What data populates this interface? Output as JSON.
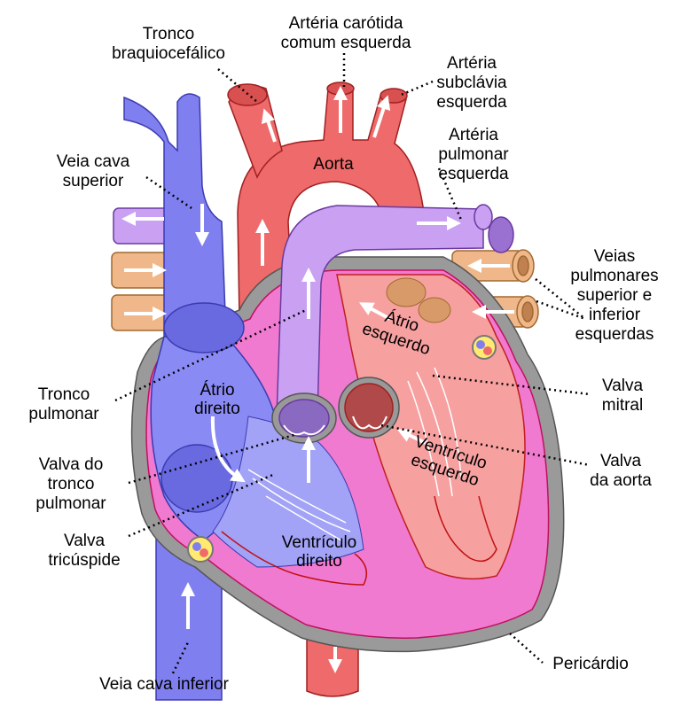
{
  "labels": {
    "tronco_braquiocefalico": "Tronco\nbraquiocefálico",
    "arteria_carotida": "Artéria carótida\ncomum esquerda",
    "arteria_subclavia": "Artéria\nsubclávia\nesquerda",
    "arteria_pulmonar": "Artéria\npulmonar\nesquerda",
    "veia_cava_superior": "Veia cava\nsuperior",
    "aorta": "Aorta",
    "veias_pulmonares": "Veias\npulmonares\nsuperior e\ninferior\nesquerdas",
    "atrio_esquerdo": "Átrio\nesquerdo",
    "atrio_direito": "Átrio\ndireito",
    "tronco_pulmonar": "Tronco\npulmonar",
    "valva_mitral": "Valva\nmitral",
    "valva_tronco_pulmonar": "Valva do\ntronco\npulmonar",
    "ventriculo_esquerdo": "Ventrículo\nesquerdo",
    "valva_aorta": "Valva\nda aorta",
    "valva_tricuspide": "Valva\ntricúspide",
    "ventriculo_direito": "Ventrículo\ndireito",
    "veia_cava_inferior": "Veia cava inferior",
    "pericardio": "Pericárdio"
  },
  "colors": {
    "vein_blue": "#7f7ff0",
    "artery_red": "#ef6a6a",
    "pulmonary_purple": "#c9a0f2",
    "pulmonary_vein_tan": "#f0b88a",
    "ventricle_pink": "#f07ad0",
    "left_heart_salmon": "#f7a0a0",
    "pericardium_gray": "#999999"
  }
}
